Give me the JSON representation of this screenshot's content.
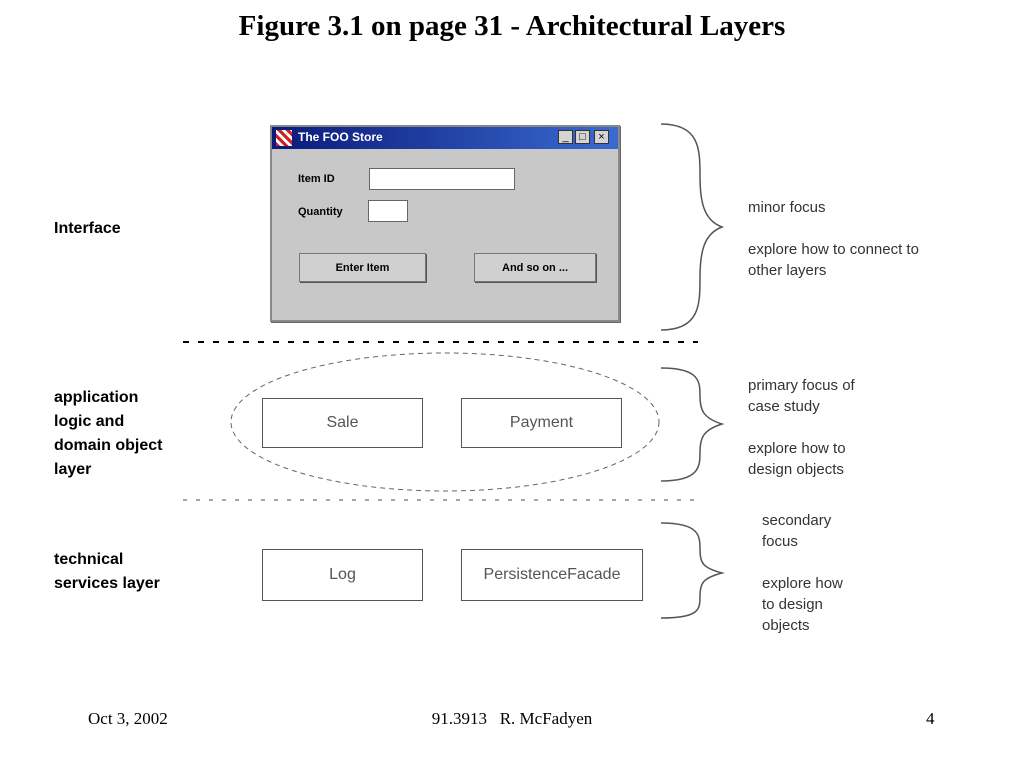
{
  "title": "Figure 3.1 on page 31 - Architectural Layers",
  "layers": [
    {
      "label": "Interface",
      "note": "minor focus\n\nexplore how to connect to\nother layers"
    },
    {
      "label": "application\nlogic and\ndomain object\nlayer",
      "note": "primary focus of\ncase study\n\nexplore how to\ndesign  objects"
    },
    {
      "label": "technical\nservices layer",
      "note": "secondary\nfocus\n\nexplore how\nto design\nobjects"
    }
  ],
  "window": {
    "title": "The FOO Store",
    "buttons": {
      "minimize": "_",
      "maximize": "□",
      "close": "×"
    },
    "item_id_label": "Item ID",
    "quantity_label": "Quantity",
    "item_id_value": "",
    "quantity_value": "",
    "enter_button": "Enter Item",
    "more_button": "And so on ..."
  },
  "domain_boxes": [
    "Sale",
    "Payment"
  ],
  "service_boxes": [
    "Log",
    "PersistenceFacade"
  ],
  "footer": {
    "date": "Oct 3, 2002",
    "course": "91.3913   R. McFadyen",
    "page": "4"
  }
}
